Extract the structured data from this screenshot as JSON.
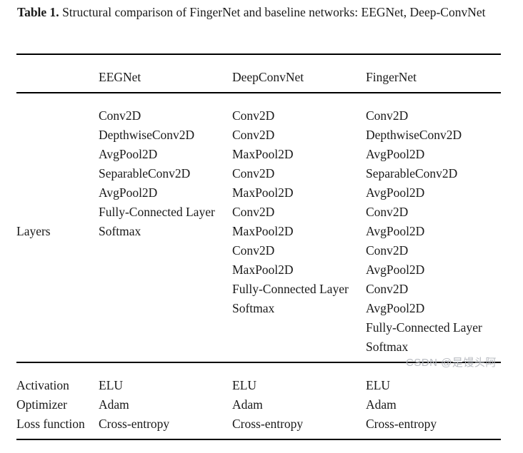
{
  "caption": {
    "label": "Table 1.",
    "text": " Structural comparison of FingerNet and baseline networks: EEGNet, Deep-ConvNet"
  },
  "table": {
    "columns": [
      "",
      "EEGNet",
      "DeepConvNet",
      "FingerNet"
    ],
    "layers_row_label": "Layers",
    "layers": {
      "eegnet": [
        "Conv2D",
        "DepthwiseConv2D",
        "AvgPool2D",
        "SeparableConv2D",
        "AvgPool2D",
        "Fully-Connected Layer",
        "Softmax"
      ],
      "deepconvnet": [
        "Conv2D",
        "Conv2D",
        "MaxPool2D",
        "Conv2D",
        "MaxPool2D",
        "Conv2D",
        "MaxPool2D",
        "Conv2D",
        "MaxPool2D",
        "Fully-Connected Layer",
        "Softmax"
      ],
      "fingernet": [
        "Conv2D",
        "DepthwiseConv2D",
        "AvgPool2D",
        "SeparableConv2D",
        "AvgPool2D",
        "Conv2D",
        "AvgPool2D",
        "Conv2D",
        "AvgPool2D",
        "Conv2D",
        "AvgPool2D",
        "Fully-Connected Layer",
        "Softmax"
      ]
    },
    "settings": [
      {
        "label": "Activation",
        "eegnet": "ELU",
        "deepconvnet": "ELU",
        "fingernet": "ELU"
      },
      {
        "label": "Optimizer",
        "eegnet": "Adam",
        "deepconvnet": "Adam",
        "fingernet": "Adam"
      },
      {
        "label": "Loss function",
        "eegnet": "Cross-entropy",
        "deepconvnet": "Cross-entropy",
        "fingernet": "Cross-entropy"
      }
    ]
  },
  "watermark": {
    "text": "CSDN @是馒头阿",
    "color": "#b9bcc2"
  }
}
